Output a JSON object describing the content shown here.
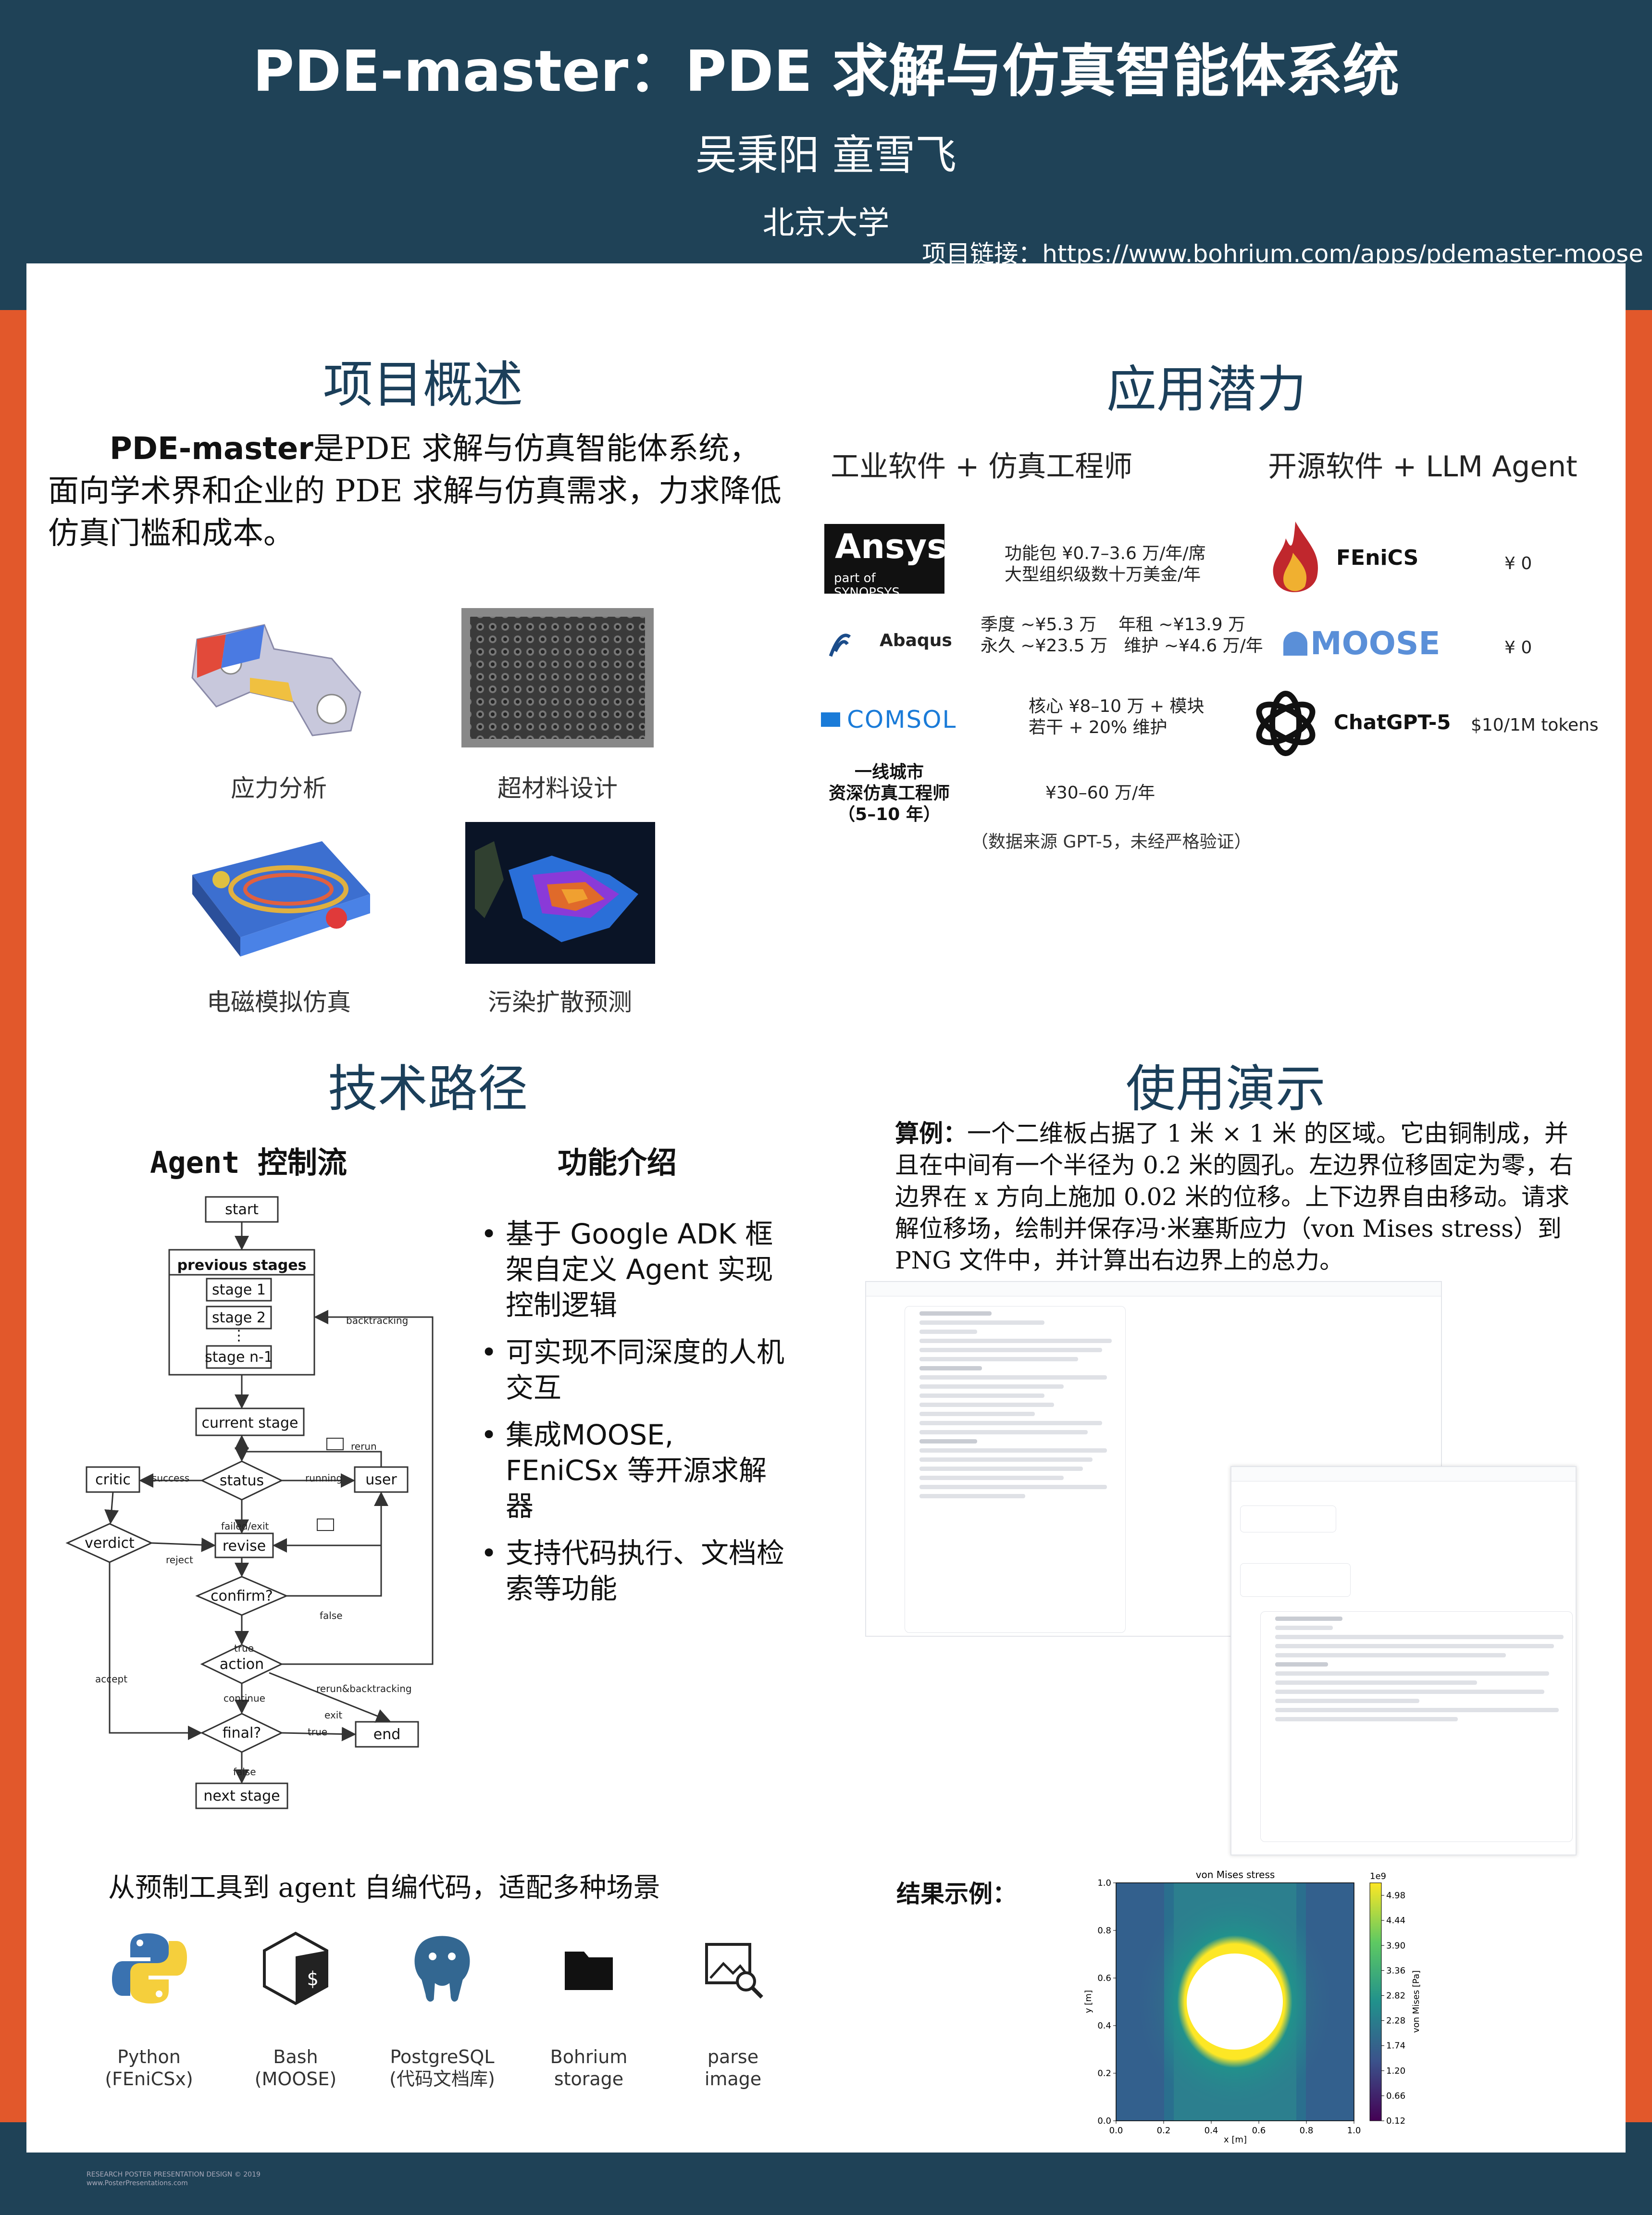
{
  "header": {
    "title": "PDE-master：PDE 求解与仿真智能体系统",
    "authors": "吴秉阳 童雪飞",
    "affiliation": "北京大学",
    "project_link": "项目链接：https://www.bohrium.com/apps/pdemaster-moose"
  },
  "overview": {
    "heading": "项目概述",
    "lead": "PDE-master",
    "body": "是PDE 求解与仿真智能体系统，面向学术界和企业的 PDE 求解与仿真需求，力求降低仿真门槛和成本。",
    "apps": [
      {
        "label": "应力分析"
      },
      {
        "label": "超材料设计"
      },
      {
        "label": "电磁模拟仿真"
      },
      {
        "label": "污染扩散预测"
      }
    ]
  },
  "potential": {
    "heading": "应用潜力",
    "col1": "工业软件 + 仿真工程师",
    "col2": "开源软件 + LLM Agent",
    "commercial": [
      {
        "name": "Ansys",
        "sub": "part of SYNOPSYS",
        "price": "功能包 ¥0.7–3.6 万/年/席\n大型组织级数十万美金/年"
      },
      {
        "name": "Abaqus",
        "price": "季度 ~¥5.3 万    年租 ~¥13.9 万\n永久 ~¥23.5 万   维护 ~¥4.6 万/年"
      },
      {
        "name": "COMSOL",
        "price": "核心 ¥8–10 万 + 模块\n若干 + 20% 维护"
      },
      {
        "name": "一线城市\n资深仿真工程师\n（5–10 年）",
        "price": "¥30–60 万/年"
      }
    ],
    "open": [
      {
        "name": "FEniCS",
        "price": "¥ 0"
      },
      {
        "name": "MOOSE",
        "price": "¥ 0"
      },
      {
        "name": "ChatGPT-5",
        "price": "$10/1M tokens"
      }
    ],
    "source": "（数据来源 GPT-5，未经严格验证）"
  },
  "tech": {
    "heading": "技术路径",
    "agent_flow": "Agent 控制流",
    "features_heading": "功能介绍",
    "features": [
      "基于 Google ADK 框架自定义 Agent 实现控制逻辑",
      "可实现不同深度的人机交互",
      "集成MOOSE, FEniCSx 等开源求解器",
      "支持代码执行、文档检索等功能"
    ],
    "flow": {
      "start": "start",
      "previous": "previous stages",
      "s1": "stage 1",
      "s2": "stage 2",
      "dots": "⋮",
      "sn": "stage n-1",
      "current": "current stage",
      "status": "status",
      "critic": "critic",
      "user": "user",
      "verdict": "verdict",
      "revise": "revise",
      "confirm": "confirm?",
      "action": "action",
      "final": "final?",
      "end": "end",
      "next": "next stage",
      "e_success": "success",
      "e_running": "running",
      "e_failed": "failed/exit",
      "e_reject": "reject",
      "e_false": "false",
      "e_true": "true",
      "e_accept": "accept",
      "e_continue": "continue",
      "e_exit": "exit",
      "e_rerun": "rerun",
      "e_rerunbt": "rerun&backtracking",
      "e_backtracking": "backtracking"
    },
    "tools_heading": "从预制工具到 agent 自编代码，适配多种场景",
    "tools": [
      {
        "icon": "python-icon",
        "line1": "Python",
        "line2": "(FEniCSx)"
      },
      {
        "icon": "bash-icon",
        "line1": "Bash",
        "line2": "(MOOSE)"
      },
      {
        "icon": "postgresql-icon",
        "line1": "PostgreSQL",
        "line2": "(代码文档库)"
      },
      {
        "icon": "folder-icon",
        "line1": "Bohrium",
        "line2": "storage"
      },
      {
        "icon": "image-search-icon",
        "line1": "parse",
        "line2": "image"
      }
    ]
  },
  "demo": {
    "heading": "使用演示",
    "example_label": "算例：",
    "example": "一个二维板占据了 1 米 × 1 米 的区域。它由铜制成，并且在中间有一个半径为 0.2 米的圆孔。左边界位移固定为零，右边界在 x 方向上施加 0.02 米的位移。上下边界自由移动。请求解位移场，绘制并保存冯·米塞斯应力（von Mises stress）到 PNG 文件中，并计算出右边界上的总力。",
    "result_label": "结果示例：",
    "chart_data": {
      "type": "heatmap",
      "title": "von Mises stress",
      "xlabel": "x [m]",
      "ylabel": "y [m]",
      "xlim": [
        0.0,
        1.0
      ],
      "ylim": [
        0.0,
        1.0
      ],
      "xticks": [
        "0.0",
        "0.2",
        "0.4",
        "0.6",
        "0.8",
        "1.0"
      ],
      "yticks": [
        "0.0",
        "0.2",
        "0.4",
        "0.6",
        "0.8",
        "1.0"
      ],
      "colorbar": {
        "label": "von Mises [Pa]",
        "scale": "1e9",
        "ticks": [
          "0.12",
          "0.66",
          "1.20",
          "1.74",
          "2.28",
          "2.82",
          "3.36",
          "3.90",
          "4.44",
          "4.98"
        ]
      }
    }
  },
  "footer": {
    "line1": "RESEARCH POSTER PRESENTATION DESIGN © 2019",
    "line2": "www.PosterPresentations.com"
  }
}
